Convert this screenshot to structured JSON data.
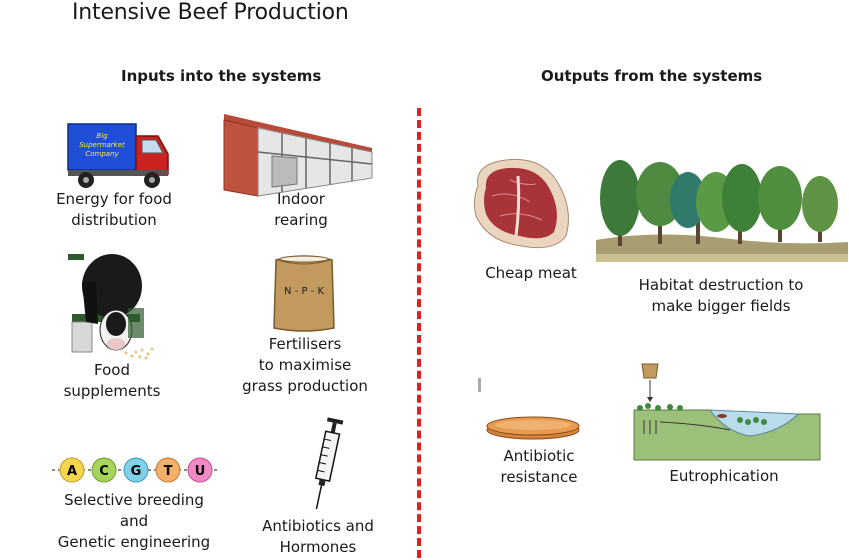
{
  "title": "Intensive Beef Production",
  "inputs_heading": "Inputs into the systems",
  "outputs_heading": "Outputs from the systems",
  "inputs": {
    "energy": {
      "label": "Energy for food\ndistribution",
      "truck_text_1": "Big",
      "truck_text_2": "Supermarket",
      "truck_text_3": "Company"
    },
    "indoor": {
      "label": "Indoor\nrearing"
    },
    "food": {
      "label": "Food\nsupplements"
    },
    "fertilisers": {
      "label": "Fertilisers\nto maximise\ngrass production",
      "bag_text": "N - P - K"
    },
    "breeding": {
      "label": "Selective breeding\nand\nGenetic engineering",
      "bases": [
        "A",
        "C",
        "G",
        "T",
        "U"
      ]
    },
    "antibiotics": {
      "label": "Antibiotics and\nHormones"
    }
  },
  "outputs": {
    "meat": {
      "label": "Cheap meat"
    },
    "habitat": {
      "label": "Habitat destruction to\nmake bigger fields"
    },
    "resistance": {
      "label": "Antibiotic\nresistance"
    },
    "eutrophication": {
      "label": "Eutrophication"
    }
  },
  "colors": {
    "divider": "#e0211f",
    "truck_cargo": "#1f4fd6",
    "truck_cab": "#cc2222",
    "base_A": "#f6d64a",
    "base_C": "#a6d45a",
    "base_G": "#7fd0e8",
    "base_T": "#f4b06a",
    "base_U": "#f08ac4"
  }
}
